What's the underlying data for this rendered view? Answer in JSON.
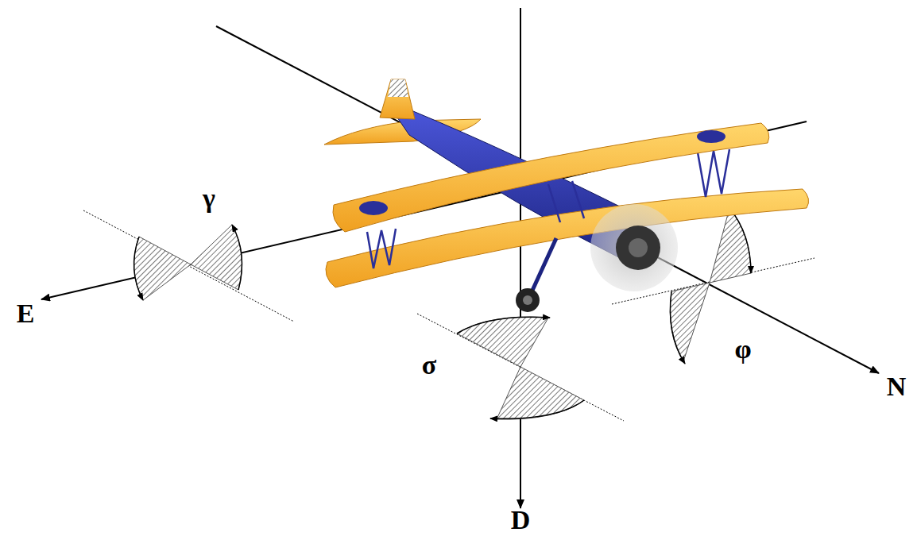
{
  "diagram": {
    "labels": [
      "γ",
      "E",
      "σ",
      "φ",
      "N",
      "D"
    ]
  }
}
